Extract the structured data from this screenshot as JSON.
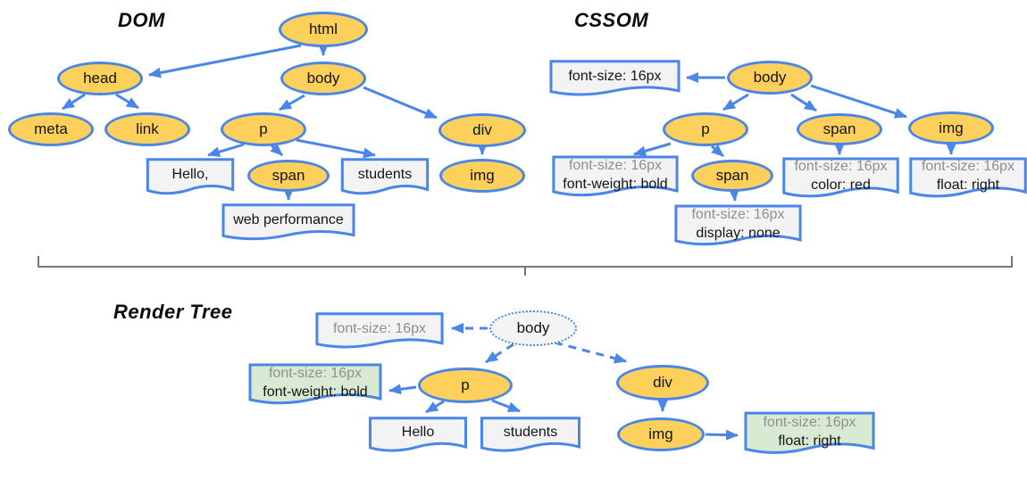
{
  "colors": {
    "node_fill": "#FCD05B",
    "node_border": "#4A86E8",
    "arrow": "#4A86E8",
    "gray_box_fill": "#F3F3F3",
    "green_box_fill": "#D9EAD3",
    "render_body_fill": "#F4F4F4",
    "muted_text": "#8E8E8E",
    "text": "#141414",
    "divider": "#777777",
    "bg": "#FFFFFF"
  },
  "dom": {
    "title": "DOM",
    "nodes": {
      "html": "html",
      "head": "head",
      "body": "body",
      "meta": "meta",
      "link": "link",
      "p": "p",
      "span": "span",
      "div": "div",
      "img": "img"
    },
    "text_nodes": {
      "hello": "Hello,",
      "students": "students",
      "web_performance": "web performance"
    }
  },
  "cssom": {
    "title": "CSSOM",
    "nodes": {
      "body": "body",
      "p": "p",
      "span": "span",
      "img": "img",
      "p_span": "span"
    },
    "style_boxes": {
      "body": {
        "line1": "font-size: 16px"
      },
      "p": {
        "line1": "font-size: 16px",
        "line2": "font-weight: bold"
      },
      "span": {
        "line1": "font-size: 16px",
        "line2": "color: red"
      },
      "img": {
        "line1": "font-size: 16px",
        "line2": "float: right"
      },
      "p_span": {
        "line1": "font-size: 16px",
        "line2": "display: none"
      }
    }
  },
  "render_tree": {
    "title": "Render Tree",
    "nodes": {
      "body": "body",
      "p": "p",
      "div": "div",
      "img": "img"
    },
    "style_boxes": {
      "body": {
        "line1": "font-size: 16px"
      },
      "p": {
        "line1": "font-size: 16px",
        "line2": "font-weight: bold"
      },
      "img": {
        "line1": "font-size: 16px",
        "line2": "float: right"
      }
    },
    "text_nodes": {
      "hello": "Hello",
      "students": "students"
    }
  }
}
